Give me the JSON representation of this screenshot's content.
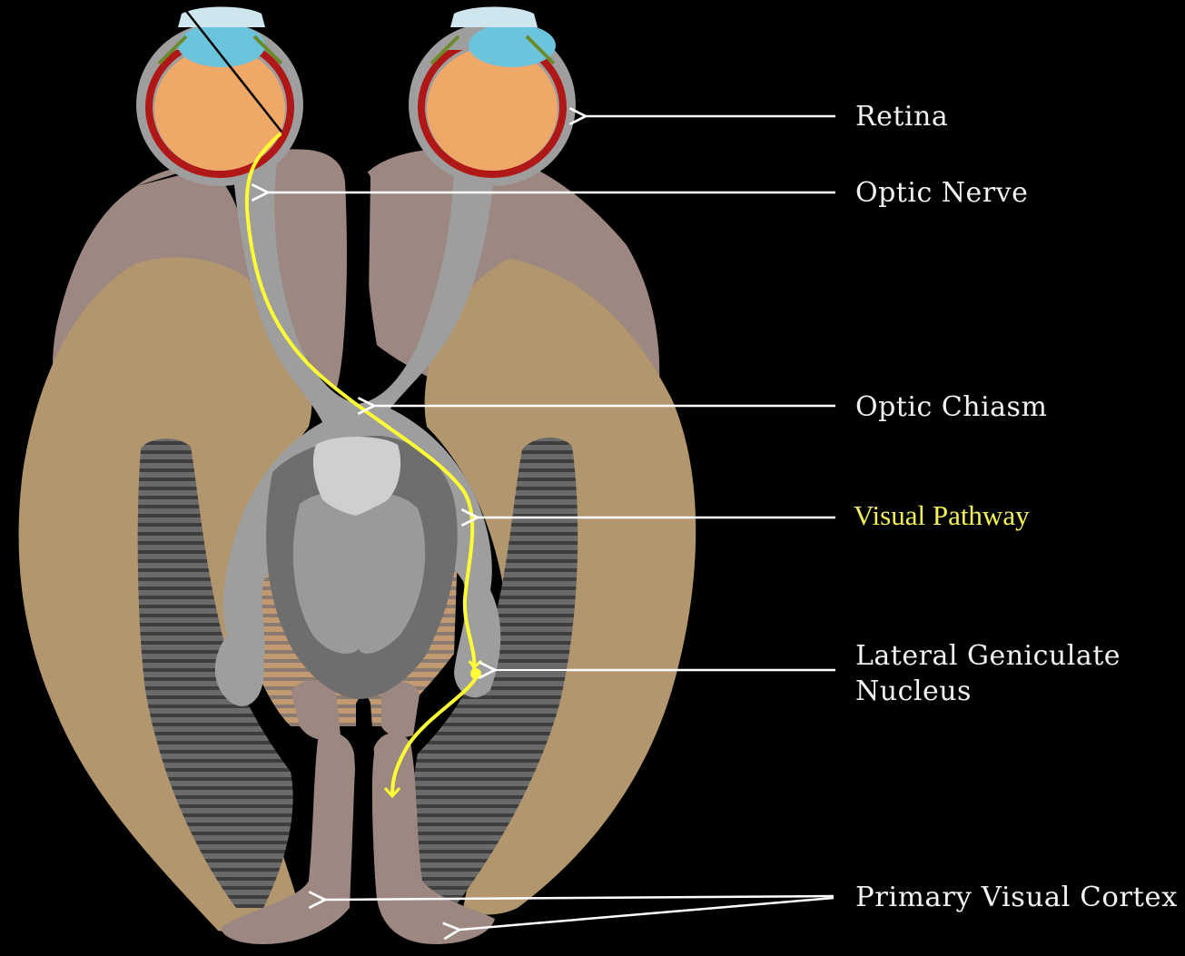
{
  "labels": {
    "retina": "Retina",
    "optic_nerve": "Optic Nerve",
    "optic_chiasm": "Optic Chiasm",
    "visual_pathway": "Visual Pathway",
    "lgn_line1": "Lateral Geniculate",
    "lgn_line2": "Nucleus",
    "primary_visual_cortex": "Primary Visual Cortex"
  },
  "colors": {
    "background": "#000000",
    "label_text": "#f2f2f2",
    "highlight_text": "#f5f25a",
    "pathway": "#ffff33",
    "eyeball": "#f0a868",
    "lens": "#6cc3dc",
    "retina_red": "#b01818",
    "nerve_gray": "#9a9a9a",
    "brain_outer": "#9c8880",
    "brain_inner": "#b2966e",
    "striped": "#555555"
  }
}
